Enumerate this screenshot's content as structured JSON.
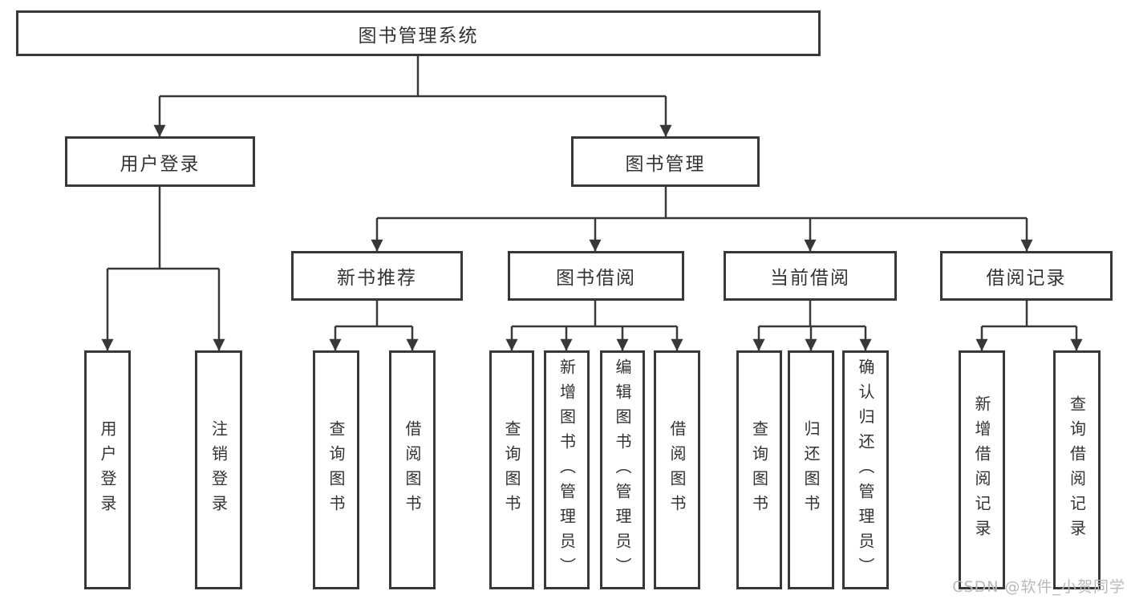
{
  "nodes": {
    "root": {
      "label": "图书管理系统"
    },
    "login": {
      "label": "用户登录",
      "children": [
        "用户登录",
        "注销登录"
      ]
    },
    "management": {
      "label": "图书管理"
    },
    "recommend": {
      "label": "新书推荐",
      "children": [
        "查询图书",
        "借阅图书"
      ]
    },
    "borrow": {
      "label": "图书借阅",
      "children": [
        "查询图书",
        "新增图书（管理员）",
        "编辑图书（管理员）",
        "借阅图书"
      ]
    },
    "current": {
      "label": "当前借阅",
      "children": [
        "查询图书",
        "归还图书",
        "确认归还（管理员）"
      ]
    },
    "records": {
      "label": "借阅记录",
      "children": [
        "新增借阅记录",
        "查询借阅记录"
      ]
    }
  },
  "watermark": "CSDN @软件_小贺同学",
  "colors": {
    "line": "#383838",
    "text": "#333333",
    "watermark": "#b9b9b9",
    "background": "#ffffff"
  }
}
